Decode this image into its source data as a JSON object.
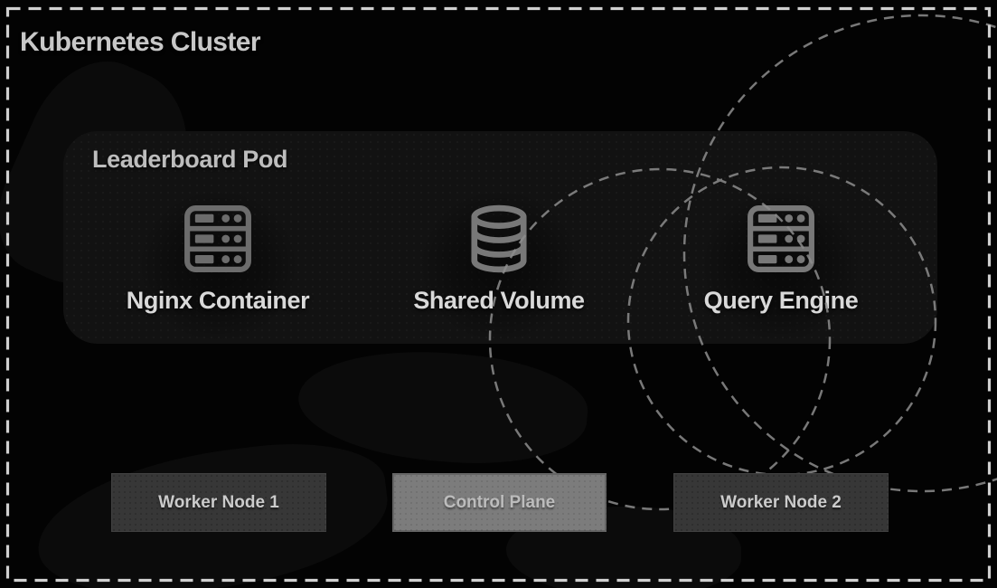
{
  "cluster": {
    "title": "Kubernetes Cluster"
  },
  "pod": {
    "title": "Leaderboard Pod",
    "items": [
      {
        "label": "Nginx Container",
        "icon": "server-icon"
      },
      {
        "label": "Shared Volume",
        "icon": "database-icon"
      },
      {
        "label": "Query Engine",
        "icon": "server-icon"
      }
    ]
  },
  "nodes": [
    {
      "label": "Worker Node 1",
      "role": "worker",
      "emphasis": "dark"
    },
    {
      "label": "Control Plane",
      "role": "control-plane",
      "emphasis": "light"
    },
    {
      "label": "Worker Node 2",
      "role": "worker",
      "emphasis": "dark"
    }
  ],
  "colors": {
    "page_background": "#030303",
    "pod_background": "#121212",
    "dashed_frame": "#d0d0d0",
    "dashed_circles": "#8d8d8d",
    "server_icon_gray": "#6c6c6c",
    "database_icon_gray": "#787878",
    "cluster_title_text": "#c8c8c8",
    "pod_title_text": "#bdbdbd",
    "item_label_text": "#d9d9d9",
    "node_dark_background": "#373737",
    "node_dark_text": "#cbcbcb",
    "node_light_background": "#7c7c7c",
    "node_light_text": "#bcbcbc"
  }
}
